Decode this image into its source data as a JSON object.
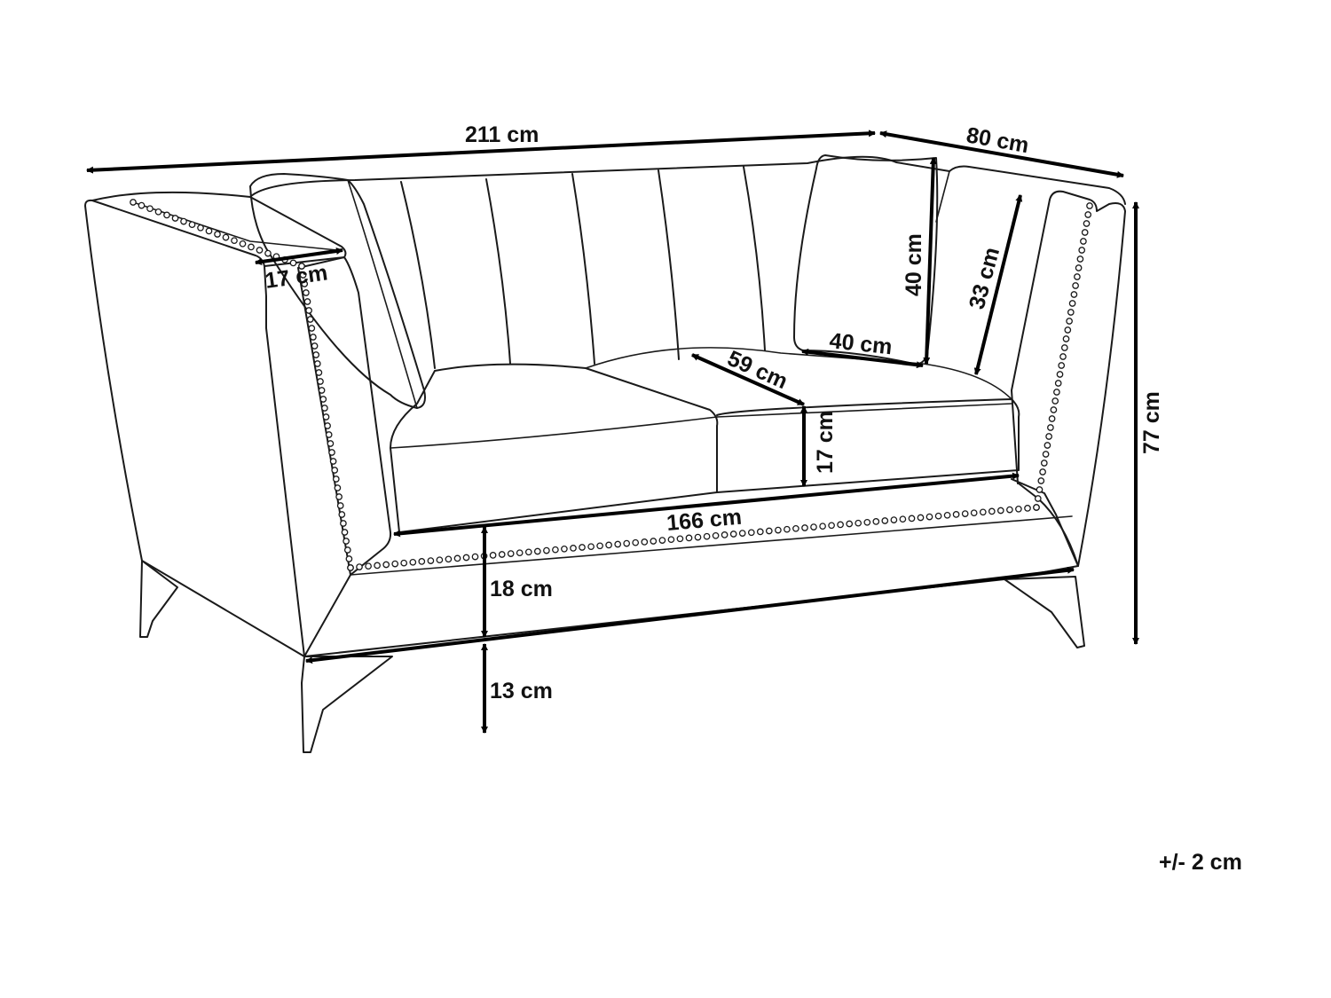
{
  "diagram": {
    "dimensions": {
      "total_width": "211 cm",
      "depth": "80 cm",
      "total_height": "77 cm",
      "armrest_width": "17 cm",
      "cushion_height": "40 cm",
      "cushion_width": "40 cm",
      "backrest_height": "33 cm",
      "seat_depth": "59 cm",
      "seat_cushion_height": "17 cm",
      "seat_width": "166 cm",
      "seat_base_height": "18 cm",
      "leg_height": "13 cm"
    },
    "tolerance": "+/- 2 cm"
  }
}
